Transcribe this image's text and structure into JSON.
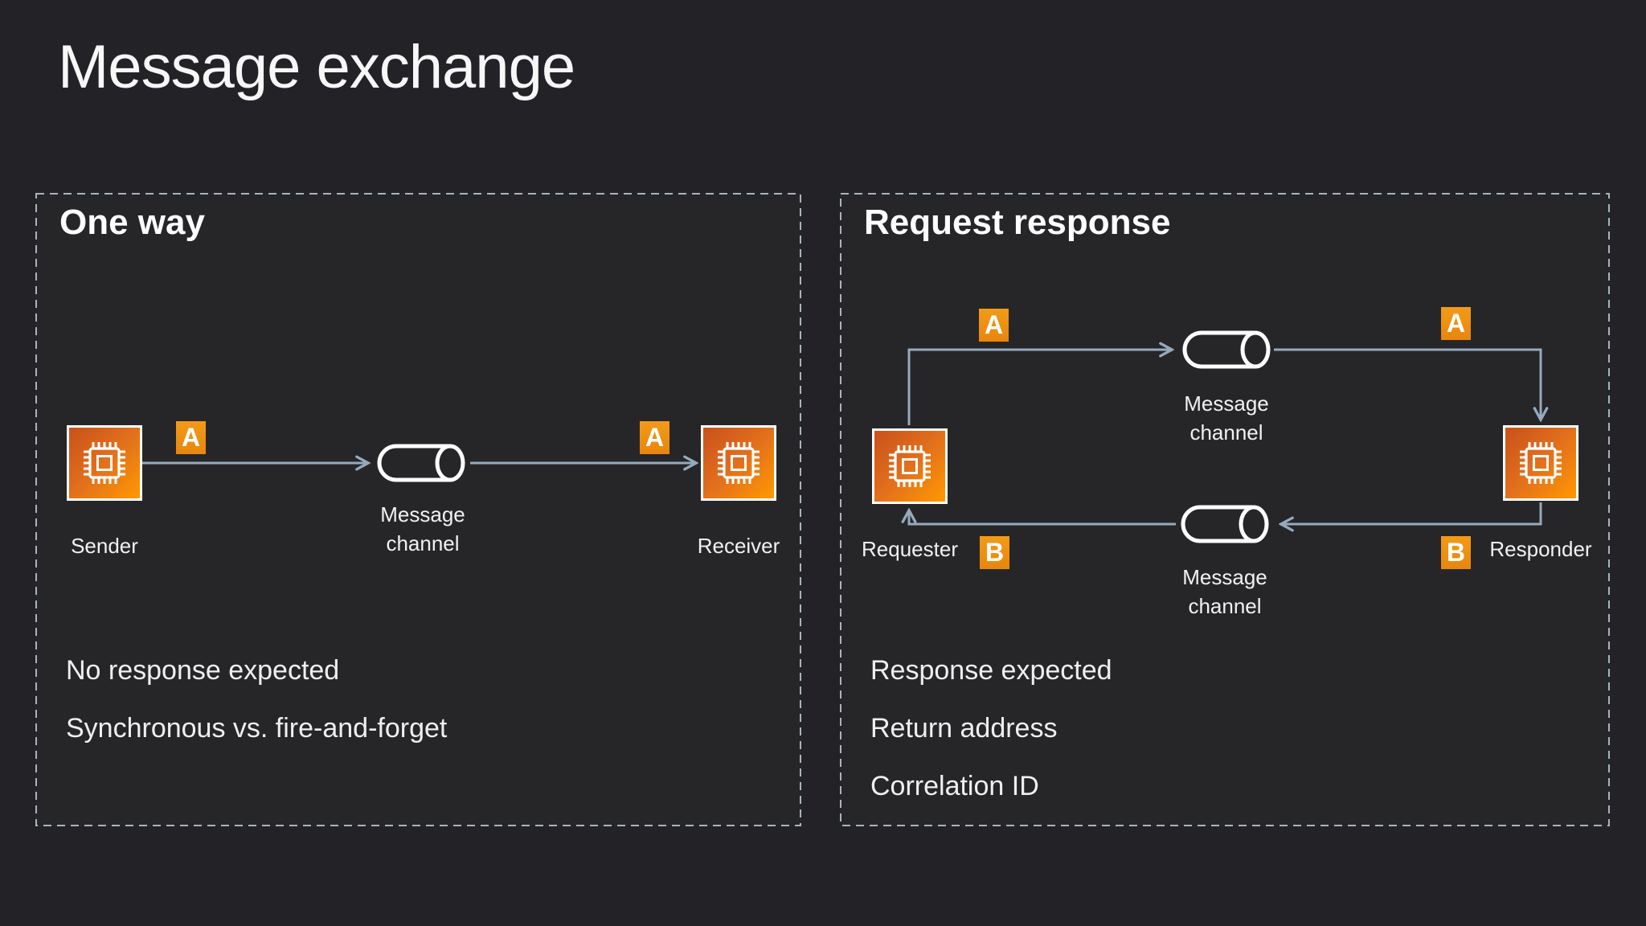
{
  "slide_title": "Message exchange",
  "colors": {
    "background": "#232327",
    "panel_background": "#262629",
    "panel_border": "#A9B4BD",
    "arrow": "#96AABD",
    "badge_orange": "#ED8C10",
    "icon_gradient_start": "#C8511B",
    "icon_gradient_end": "#FF9900",
    "text": "#F1F1F1"
  },
  "icons": {
    "processor": "chip-icon",
    "channel": "message-channel-cylinder-icon"
  },
  "panels": [
    {
      "title": "One way",
      "sender_label": "Sender",
      "receiver_label": "Receiver",
      "channel_label": "Message channel",
      "message_a": "A",
      "notes": [
        "No response expected",
        "Synchronous vs. fire-and-forget"
      ]
    },
    {
      "title": "Request response",
      "requester_label": "Requester",
      "responder_label": "Responder",
      "channel_top_label": "Message channel",
      "channel_bottom_label": "Message channel",
      "message_a": "A",
      "message_b": "B",
      "notes": [
        "Response expected",
        "Return address",
        "Correlation ID"
      ]
    }
  ]
}
